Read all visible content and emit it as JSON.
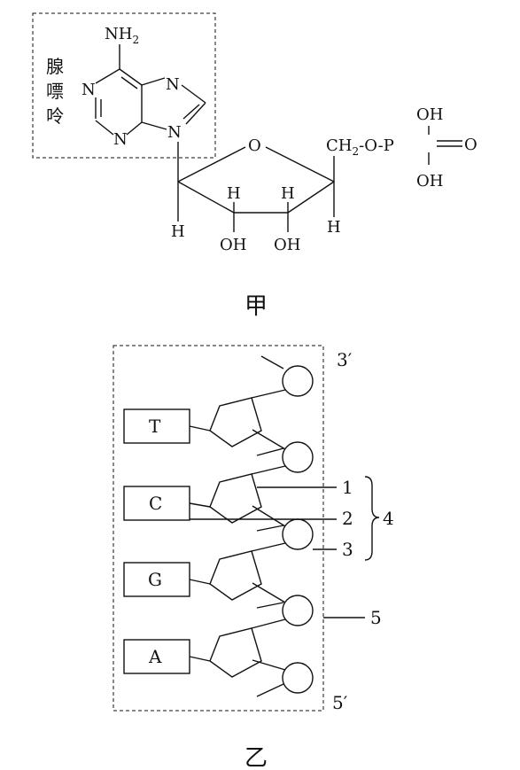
{
  "figure_a": {
    "caption": "甲",
    "box_label": [
      "腺",
      "嘌",
      "呤"
    ],
    "amino_group": "NH",
    "amino_subscript": "2",
    "ring_atoms": {
      "n_top_left": "N",
      "n_bottom": "N",
      "n_right": "N",
      "n_glycosidic": "N"
    },
    "sugar": {
      "ring_oxygen": "O",
      "h_left": "H",
      "h_c2": "H",
      "h_c3": "H",
      "h_right": "H",
      "oh_c2": "OH",
      "oh_c3": "OH"
    },
    "phosphate": {
      "ch2": "CH",
      "ch2_subscript": "2",
      "link": "-O-",
      "p": "P",
      "double_o": "O",
      "oh_top": "OH",
      "oh_bottom": "OH"
    }
  },
  "figure_b": {
    "caption": "乙",
    "bases": [
      "T",
      "C",
      "G",
      "A"
    ],
    "end_top": "3′",
    "end_bottom": "5′",
    "callouts": [
      "1",
      "2",
      "3",
      "4",
      "5"
    ]
  }
}
